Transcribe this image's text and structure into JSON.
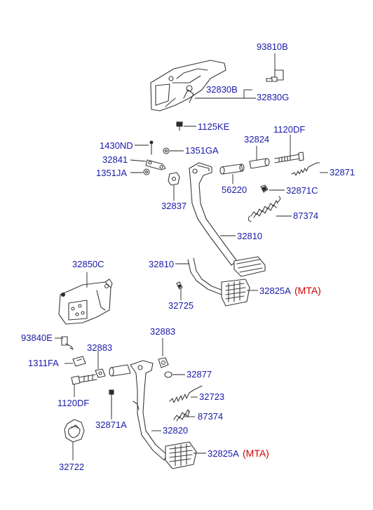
{
  "labels": {
    "p93810B": "93810B",
    "p32830B": "32830B",
    "p32830G": "32830G",
    "p1125KE": "1125KE",
    "p1430ND": "1430ND",
    "p1351GA": "1351GA",
    "p32824": "32824",
    "p1120DF_top": "1120DF",
    "p32841": "32841",
    "p32871": "32871",
    "p1351JA": "1351JA",
    "p56220": "56220",
    "p32871C": "32871C",
    "p32837": "32837",
    "p87374_top": "87374",
    "p32810_a": "32810",
    "p32810_b": "32810",
    "p32825A_top": "32825A",
    "mta_top": "(MTA)",
    "p32725": "32725",
    "p32850C": "32850C",
    "p93840E": "93840E",
    "p32883_a": "32883",
    "p32883_b": "32883",
    "p1311FA": "1311FA",
    "p32877": "32877",
    "p32723": "32723",
    "p1120DF_bot": "1120DF",
    "p87374_bot": "87374",
    "p32871A": "32871A",
    "p32820": "32820",
    "p32825A_bot": "32825A",
    "mta_bot": "(MTA)",
    "p32722": "32722"
  },
  "colors": {
    "label": "#1a1aa8",
    "accent": "#d40000",
    "line": "#3a3a3a"
  }
}
